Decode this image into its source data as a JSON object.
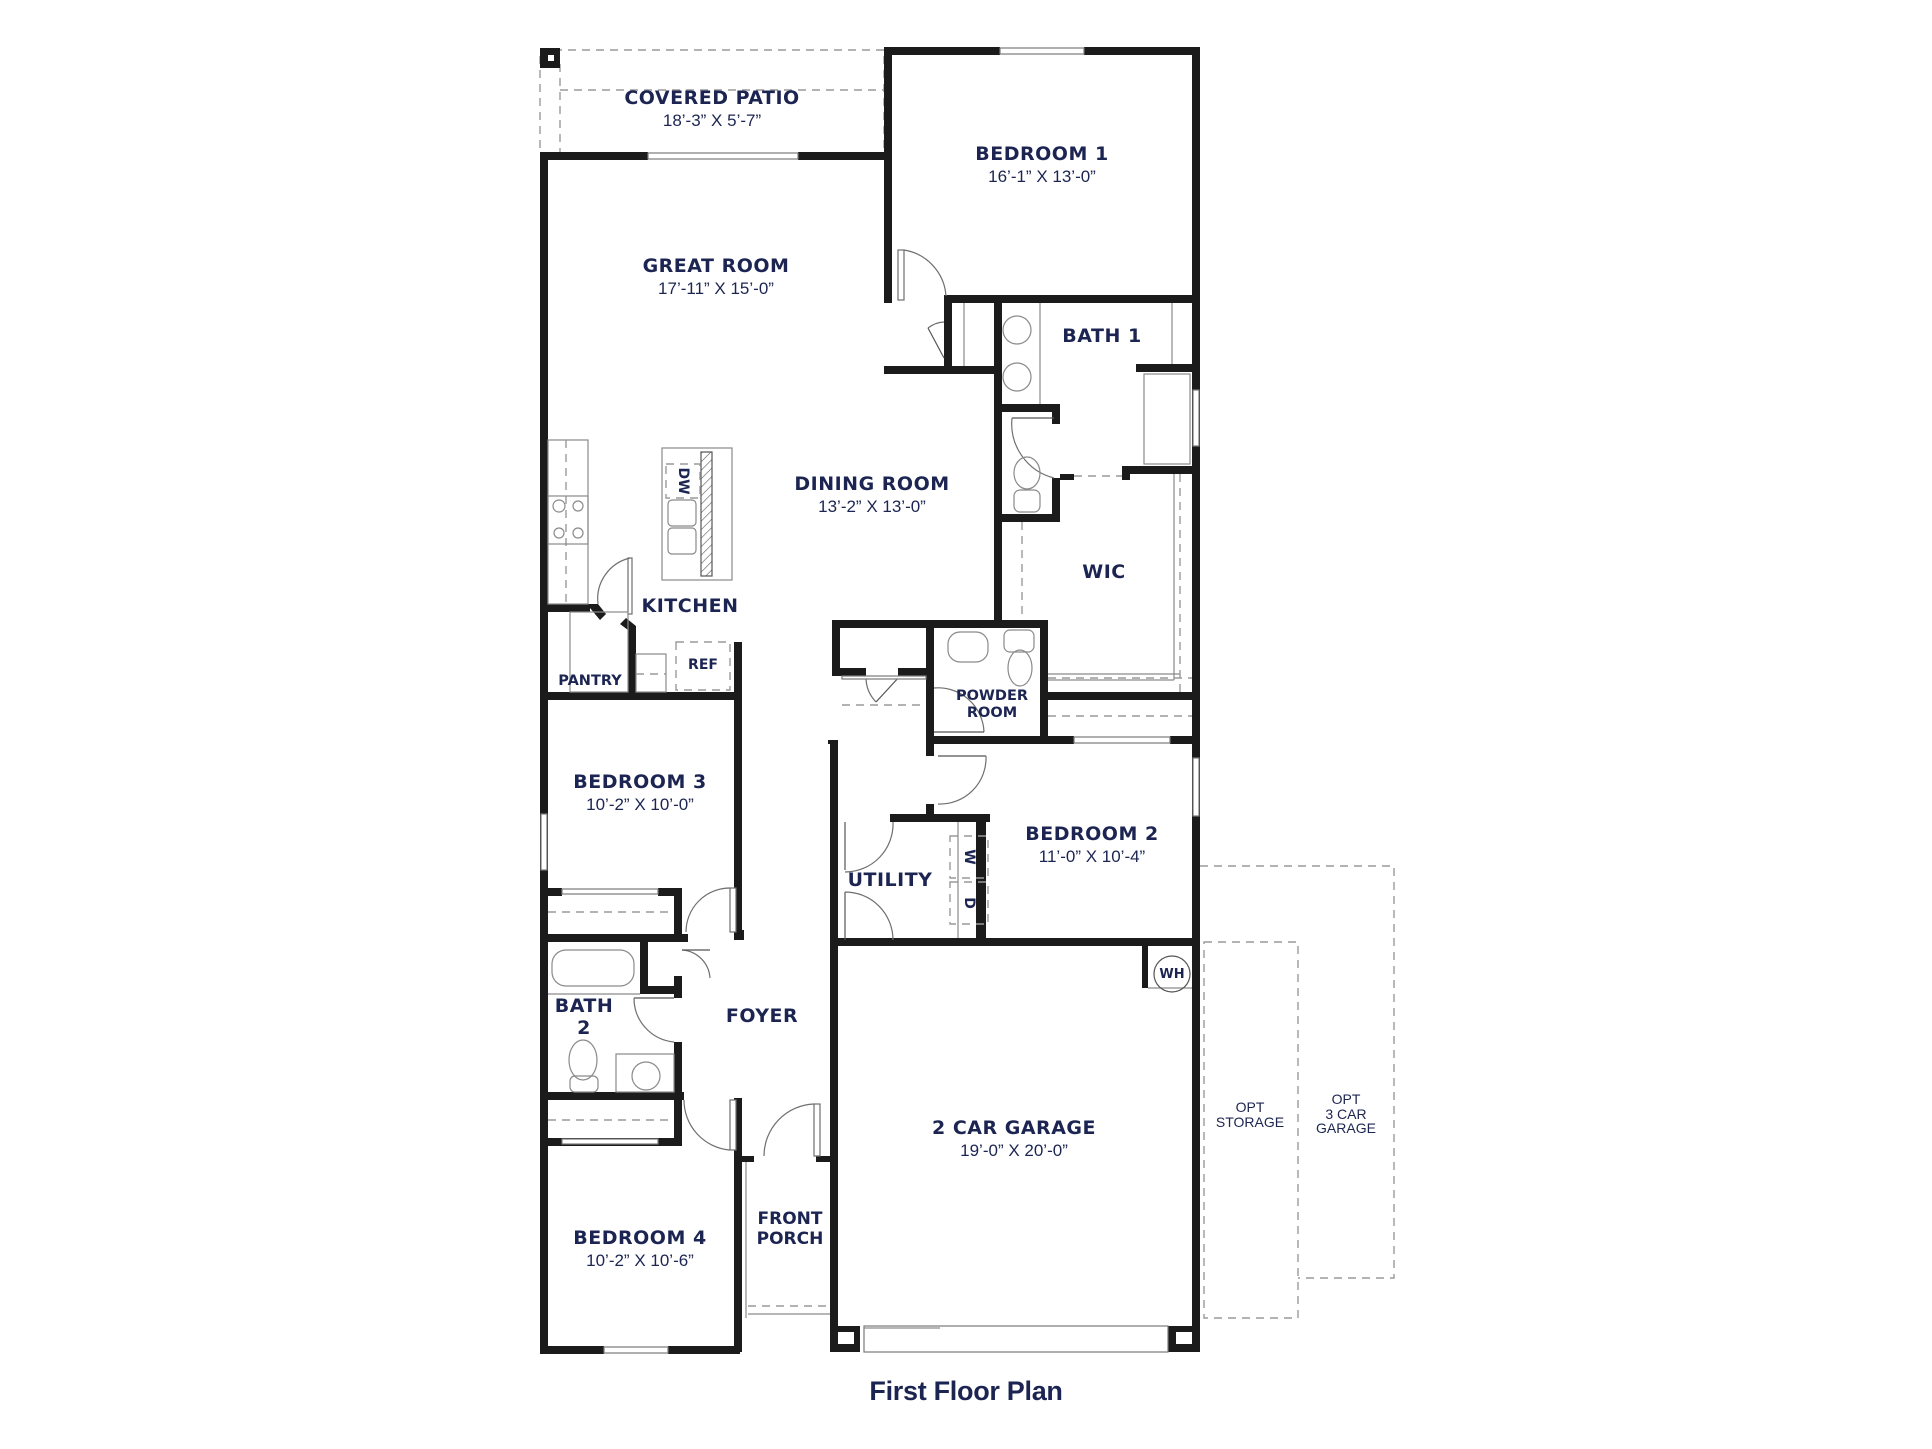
{
  "plan": {
    "title": "First Floor Plan",
    "colors": {
      "label": "#1c2552",
      "wall": "#1b1b1b",
      "background": "#ffffff",
      "fixture_line": "#8a8a8a"
    }
  },
  "rooms": {
    "covered_patio": {
      "name": "COVERED PATIO",
      "dims": "18’-3” X 5’-7”"
    },
    "bedroom_1": {
      "name": "BEDROOM 1",
      "dims": "16’-1” X 13’-0”"
    },
    "great_room": {
      "name": "GREAT ROOM",
      "dims": "17’-11” X 15’-0”"
    },
    "bath_1": {
      "name": "BATH 1"
    },
    "dining_room": {
      "name": "DINING ROOM",
      "dims": "13’-2” X 13’-0”"
    },
    "wic": {
      "name": "WIC"
    },
    "kitchen": {
      "name": "KITCHEN"
    },
    "pantry": {
      "name": "PANTRY"
    },
    "powder_room": {
      "name_line1": "POWDER",
      "name_line2": "ROOM"
    },
    "bedroom_3": {
      "name": "BEDROOM 3",
      "dims": "10’-2” X 10’-0”"
    },
    "bedroom_2": {
      "name": "BEDROOM 2",
      "dims": "11’-0” X 10’-4”"
    },
    "utility": {
      "name": "UTILITY"
    },
    "bath_2": {
      "name_line1": "BATH",
      "name_line2": "2"
    },
    "foyer": {
      "name": "FOYER"
    },
    "garage": {
      "name": "2 CAR GARAGE",
      "dims": "19’-0” X 20’-0”"
    },
    "opt_storage": {
      "line1": "OPT",
      "line2": "STORAGE"
    },
    "opt_3car": {
      "line1": "OPT",
      "line2": "3 CAR",
      "line3": "GARAGE"
    },
    "front_porch": {
      "name_line1": "FRONT",
      "name_line2": "PORCH"
    },
    "bedroom_4": {
      "name": "BEDROOM 4",
      "dims": "10’-2” X 10’-6”"
    }
  },
  "fixtures": {
    "dishwasher": "DW",
    "refrigerator": "REF",
    "washer": "W",
    "dryer": "D",
    "water_heater": "WH"
  }
}
